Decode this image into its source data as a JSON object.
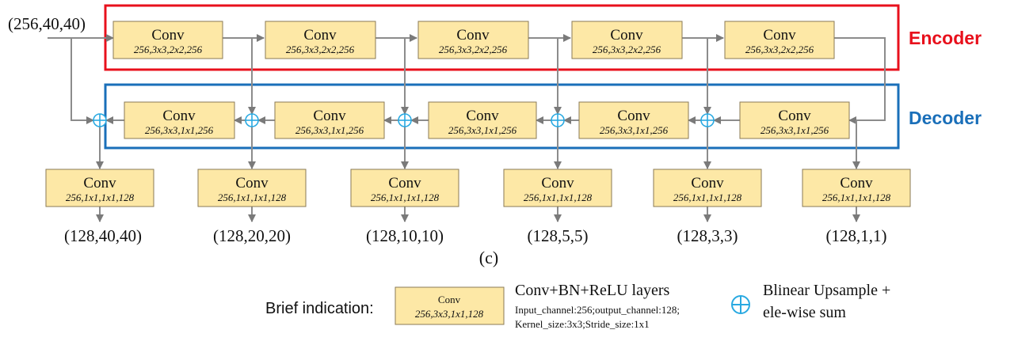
{
  "input_dim": "(256,40,40)",
  "encoder_label": "Encoder",
  "decoder_label": "Decoder",
  "encoder_blocks": [
    {
      "title": "Conv",
      "params": "256,3x3,2x2,256"
    },
    {
      "title": "Conv",
      "params": "256,3x3,2x2,256"
    },
    {
      "title": "Conv",
      "params": "256,3x3,2x2,256"
    },
    {
      "title": "Conv",
      "params": "256,3x3,2x2,256"
    },
    {
      "title": "Conv",
      "params": "256,3x3,2x2,256"
    }
  ],
  "decoder_blocks": [
    {
      "title": "Conv",
      "params": "256,3x3,1x1,256"
    },
    {
      "title": "Conv",
      "params": "256,3x3,1x1,256"
    },
    {
      "title": "Conv",
      "params": "256,3x3,1x1,256"
    },
    {
      "title": "Conv",
      "params": "256,3x3,1x1,256"
    },
    {
      "title": "Conv",
      "params": "256,3x3,1x1,256"
    }
  ],
  "output_blocks": [
    {
      "title": "Conv",
      "params": "256,1x1,1x1,128"
    },
    {
      "title": "Conv",
      "params": "256,1x1,1x1,128"
    },
    {
      "title": "Conv",
      "params": "256,1x1,1x1,128"
    },
    {
      "title": "Conv",
      "params": "256,1x1,1x1,128"
    },
    {
      "title": "Conv",
      "params": "256,1x1,1x1,128"
    },
    {
      "title": "Conv",
      "params": "256,1x1,1x1,128"
    }
  ],
  "output_dims": [
    "(128,40,40)",
    "(128,20,20)",
    "(128,10,10)",
    "(128,5,5)",
    "(128,3,3)",
    "(128,1,1)"
  ],
  "caption": "(c)",
  "legend": {
    "brief_label": "Brief indication:",
    "block_title": "Conv",
    "block_params": "256,3x3,1x1,128",
    "desc_title": "Conv+BN+ReLU layers",
    "desc_line1": "Input_channel:256;output_channel:128;",
    "desc_line2": "Kernel_size:3x3;Stride_size:1x1",
    "sum_line1": "Blinear Upsample +",
    "sum_line2": "ele-wise sum"
  },
  "colors": {
    "encoder": "#e8101c",
    "decoder": "#1a6fb9",
    "block_fill": "#fde8a6",
    "sum_symbol": "#29a9e1",
    "arrow": "#8c8c8c"
  }
}
